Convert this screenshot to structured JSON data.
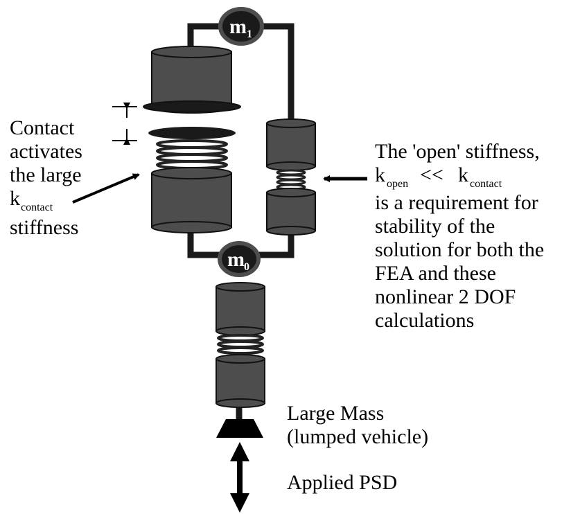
{
  "masses": {
    "m1": {
      "symbol": "m",
      "subscript": "1"
    },
    "m0": {
      "symbol": "m",
      "subscript": "0"
    }
  },
  "contact_label": {
    "line1": "Contact",
    "line2": "activates",
    "line3": "the large",
    "k": "k",
    "k_sub": "contact",
    "line5": "stiffness"
  },
  "open_label": {
    "line1": "The 'open' stiffness,",
    "k1": "k",
    "k1_sub": "open",
    "ineq": "<<",
    "k2": "k",
    "k2_sub": "contact",
    "line3": "is a requirement for",
    "line4": "stability of the",
    "line5": "solution for both the",
    "line6": "FEA and these",
    "line7": "nonlinear 2 DOF",
    "line8": "calculations"
  },
  "large_mass_label": {
    "line1": "Large Mass",
    "line2": "(lumped vehicle)"
  },
  "psd_label": "Applied PSD",
  "colors": {
    "component_fill": "#4d4d4d",
    "rod": "#1a1a1a",
    "mass_fill": "#1a1a1a",
    "mass_ring": "#4d4d4d"
  }
}
